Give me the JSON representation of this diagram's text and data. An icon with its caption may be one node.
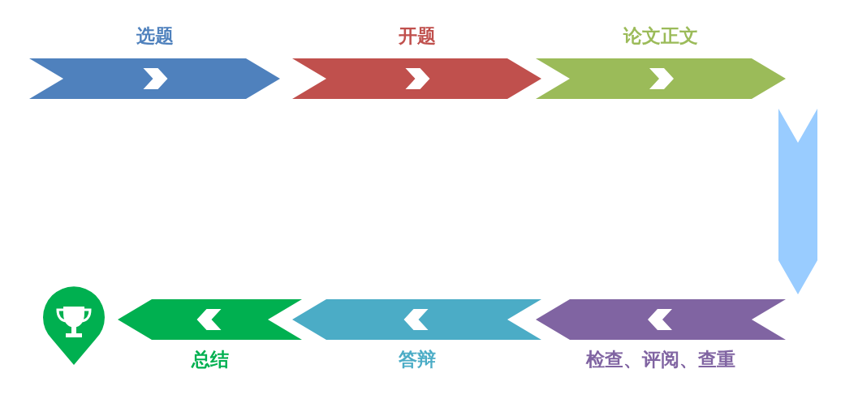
{
  "diagram": {
    "nodes": [
      {
        "text": [
          "选题"
        ]
      },
      {
        "text": [
          "开题"
        ]
      },
      {
        "text": [
          "论文正文"
        ]
      },
      {
        "text": [
          "检查、评阅、查重"
        ]
      },
      {
        "text": [
          "答辩"
        ]
      },
      {
        "text": [
          "总结"
        ]
      },
      {
        "text": [],
        "shape": "pin"
      }
    ],
    "edges": [
      {
        "from": 2,
        "to": 3,
        "arrow": "to",
        "style": "thick",
        "color": "#99ccff"
      }
    ]
  }
}
